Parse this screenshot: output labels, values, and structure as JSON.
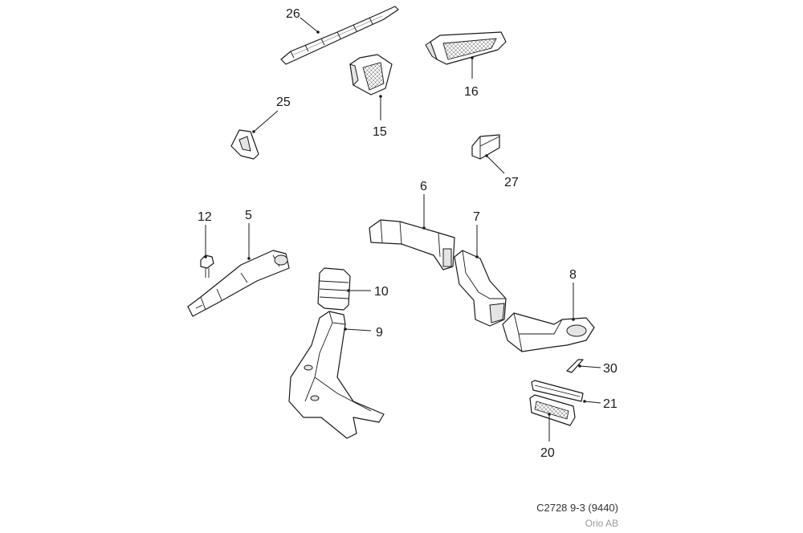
{
  "callouts": {
    "c26": "26",
    "c16": "16",
    "c15": "15",
    "c25": "25",
    "c27": "27",
    "c6": "6",
    "c7": "7",
    "c12": "12",
    "c5": "5",
    "c8": "8",
    "c10": "10",
    "c9": "9",
    "c30": "30",
    "c21": "21",
    "c20": "20"
  },
  "footer": {
    "reference": "C2728 9-3 (9440)",
    "source": "Orio AB"
  },
  "colors": {
    "line": "#1a1a1a",
    "shade": "#e4e4e4",
    "footer_source": "#9a9a9a"
  }
}
